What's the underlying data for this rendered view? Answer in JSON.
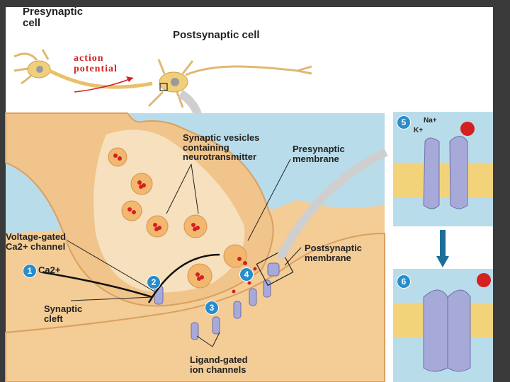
{
  "labels": {
    "presynaptic_cell": "Presynaptic cell",
    "postsynaptic_cell": "Postsynaptic cell",
    "action_potential": "action potential",
    "synaptic_vesicles": "Synaptic vesicles containing neurotransmitter",
    "presynaptic_membrane": "Presynaptic membrane",
    "voltage_gated": "Voltage-gated Ca2+ channel",
    "ca_ion": "Ca2+",
    "postsynaptic_membrane": "Postsynaptic membrane",
    "synaptic_cleft": "Synaptic cleft",
    "ligand_gated": "Ligand-gated ion channels",
    "na_ion": "Na+",
    "k_ion": "K+"
  },
  "steps": [
    "1",
    "2",
    "3",
    "4",
    "5",
    "6"
  ],
  "colors": {
    "background": "#3a3a3a",
    "extracellular": "#b9dcea",
    "cell_tan": "#f0c48a",
    "cell_tan_dark": "#d9a060",
    "terminal_inner": "#f6e0bd",
    "neurotransmitter": "#d42020",
    "channel": "#a7a9d8",
    "step_badge": "#2a8cc9",
    "action_potential_text": "#d42020"
  }
}
